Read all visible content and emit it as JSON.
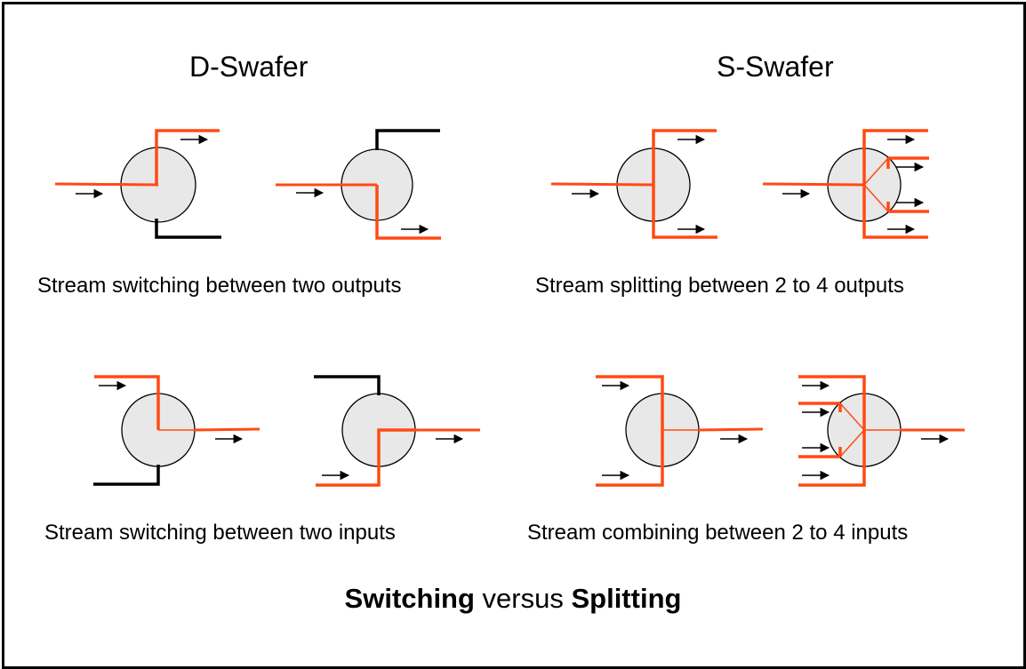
{
  "headings": {
    "left": "D-Swafer",
    "right": "S-Swafer"
  },
  "captions": {
    "top_left": "Stream switching between two outputs",
    "top_right": "Stream splitting between 2 to 4 outputs",
    "bottom_left": "Stream switching between two inputs",
    "bottom_right": "Stream combining between 2 to 4 inputs"
  },
  "footer": {
    "part1": "Switching",
    "part2": " versus ",
    "part3": "Splitting"
  },
  "colors": {
    "active_stream": "#ff4a14",
    "inactive_stream": "#000000",
    "valve_fill": "#e8e8e8",
    "valve_stroke": "#000000"
  }
}
